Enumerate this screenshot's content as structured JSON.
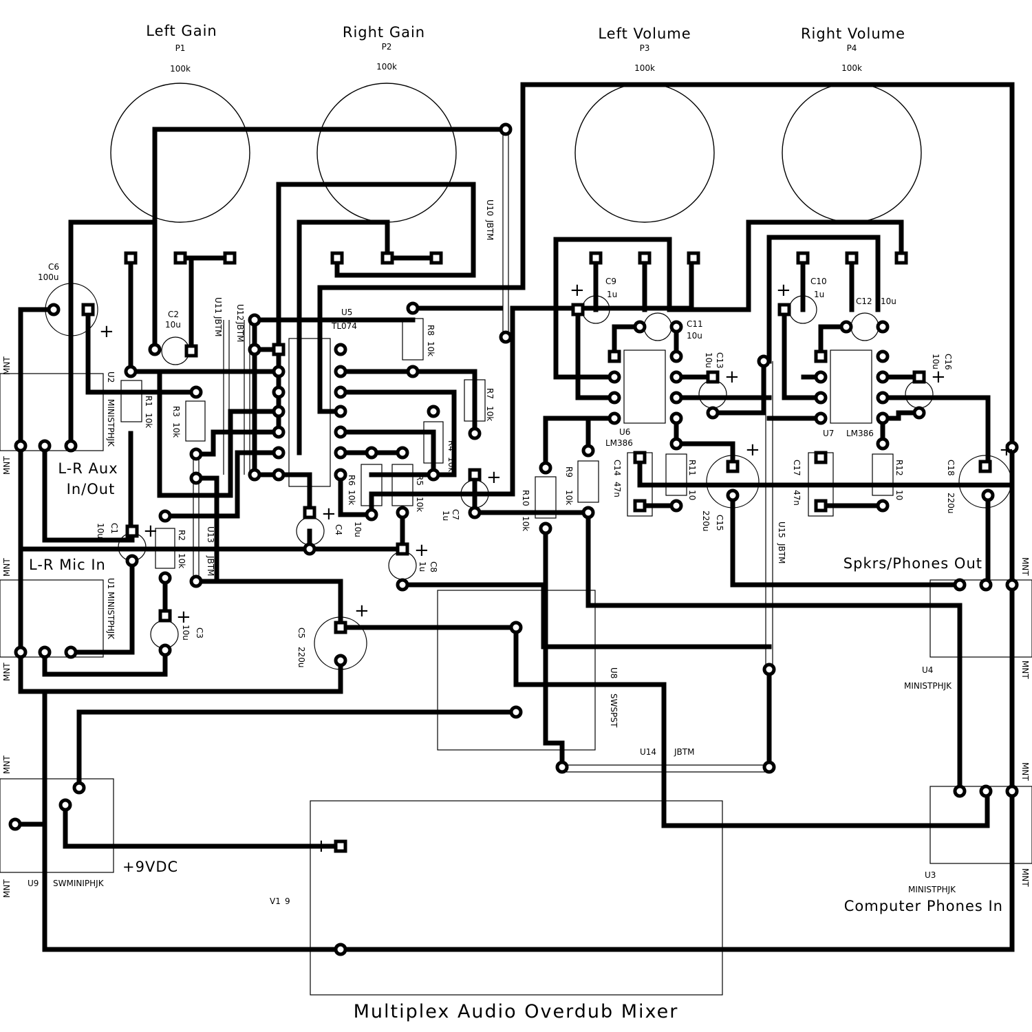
{
  "title": "Multiplex Audio Overdub Mixer",
  "potentiometers": [
    {
      "label": "Left Gain",
      "ref": "P1",
      "value": "100k"
    },
    {
      "label": "Right Gain",
      "ref": "P2",
      "value": "100k"
    },
    {
      "label": "Left Volume",
      "ref": "P3",
      "value": "100k"
    },
    {
      "label": "Right Volume",
      "ref": "P4",
      "value": "100k"
    }
  ],
  "io_labels": {
    "aux_line1": "L-R Aux",
    "aux_line2": "In/Out",
    "mic_in": "L-R Mic In",
    "spkrs_out": "Spkrs/Phones Out",
    "computer_in": "Computer Phones In",
    "power": "+9VDC"
  },
  "mnt": "MNT",
  "components": {
    "c1": {
      "ref": "C1",
      "value": "10u"
    },
    "c2": {
      "ref": "C2",
      "value": "10u"
    },
    "c3": {
      "ref": "C3",
      "value": "10u"
    },
    "c4": {
      "ref": "C4",
      "value": "10u"
    },
    "c5": {
      "ref": "C5",
      "value": "220u"
    },
    "c6": {
      "ref": "C6",
      "value": "100u"
    },
    "c7": {
      "ref": "C7",
      "value": "1u"
    },
    "c8": {
      "ref": "C8",
      "value": "1u"
    },
    "c9": {
      "ref": "C9",
      "value": "1u"
    },
    "c10": {
      "ref": "C10",
      "value": "1u"
    },
    "c11": {
      "ref": "C11",
      "value": "10u"
    },
    "c12": {
      "ref": "C12",
      "value": "10u"
    },
    "c13": {
      "ref": "C13",
      "value": "10u"
    },
    "c14": {
      "ref": "C14",
      "value": "47n"
    },
    "c15": {
      "ref": "C15",
      "value": "220u"
    },
    "c16": {
      "ref": "C16",
      "value": "10u"
    },
    "c17": {
      "ref": "C17",
      "value": "47n"
    },
    "c18": {
      "ref": "C18",
      "value": "220u"
    },
    "r1": {
      "ref": "R1",
      "value": "10k"
    },
    "r2": {
      "ref": "R2",
      "value": "10k"
    },
    "r3": {
      "ref": "R3",
      "value": "10k"
    },
    "r4": {
      "ref": "R4",
      "value": "10k"
    },
    "r5": {
      "ref": "R5",
      "value": "10k"
    },
    "r6": {
      "ref": "R6",
      "value": "10k"
    },
    "r7": {
      "ref": "R7",
      "value": "10k"
    },
    "r8": {
      "ref": "R8",
      "value": "10k"
    },
    "r9": {
      "ref": "R9",
      "value": "10k"
    },
    "r10": {
      "ref": "R10",
      "value": "10k"
    },
    "r11": {
      "ref": "R11",
      "value": "10"
    },
    "r12": {
      "ref": "R12",
      "value": "10"
    },
    "u1": {
      "ref": "U1",
      "value": "MINISTPHJK"
    },
    "u2": {
      "ref": "U2",
      "value": "MINISTPHJK"
    },
    "u3": {
      "ref": "U3",
      "value": "MINISTPHJK"
    },
    "u4": {
      "ref": "U4",
      "value": "MINISTPHJK"
    },
    "u5": {
      "ref": "U5",
      "value": "TL074"
    },
    "u6": {
      "ref": "U6",
      "value": "LM386"
    },
    "u7": {
      "ref": "U7",
      "value": "LM386"
    },
    "u8": {
      "ref": "U8",
      "value": "SWSPST"
    },
    "u9": {
      "ref": "U9",
      "value": "SWMINIPHJK"
    },
    "v1": {
      "ref": "V1",
      "value": "9"
    },
    "u10": {
      "ref": "U10",
      "value": "JBTM"
    },
    "u11": {
      "ref": "U11",
      "value": "JBTM"
    },
    "u12": {
      "ref": "U12",
      "value": "JBTM"
    },
    "u13": {
      "ref": "U13",
      "value": "JBTM"
    },
    "u14": {
      "ref": "U14",
      "value": "JBTM"
    },
    "u15": {
      "ref": "U15",
      "value": "JBTM"
    }
  }
}
